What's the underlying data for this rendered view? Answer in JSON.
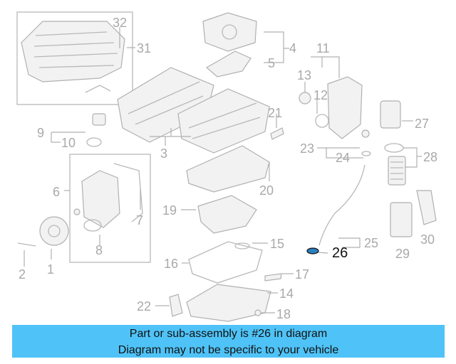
{
  "diagram": {
    "labels": [
      "1",
      "2",
      "3",
      "4",
      "5",
      "6",
      "7",
      "8",
      "9",
      "10",
      "11",
      "12",
      "13",
      "14",
      "15",
      "16",
      "17",
      "18",
      "19",
      "20",
      "21",
      "22",
      "23",
      "24",
      "25",
      "26",
      "27",
      "28",
      "29",
      "30",
      "31",
      "32"
    ],
    "highlighted_part": "26"
  },
  "banner": {
    "line1": "Part or sub-assembly is #26 in diagram",
    "line2": "Diagram may not be specific to your vehicle",
    "color": "#4fc3f7"
  }
}
